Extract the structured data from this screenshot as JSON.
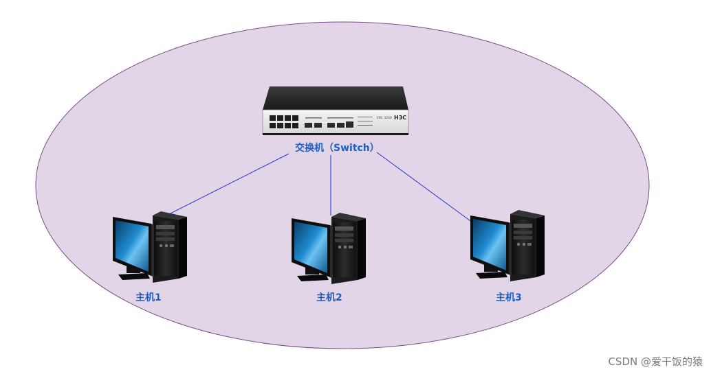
{
  "colors": {
    "region_fill": "#e2d5e8",
    "region_stroke": "#7a4a86",
    "link": "#1f35d6",
    "label": "#1f5fbf",
    "watermark": "#7a7a7a"
  },
  "switch": {
    "label": "交换机（Switch）",
    "brand": "H3C",
    "model": "ERC 3200",
    "icon": "network-switch-icon"
  },
  "hosts": [
    {
      "label": "主机1",
      "icon": "desktop-computer-icon"
    },
    {
      "label": "主机2",
      "icon": "desktop-computer-icon"
    },
    {
      "label": "主机3",
      "icon": "desktop-computer-icon"
    }
  ],
  "watermark": "CSDN @爱干饭的猿"
}
